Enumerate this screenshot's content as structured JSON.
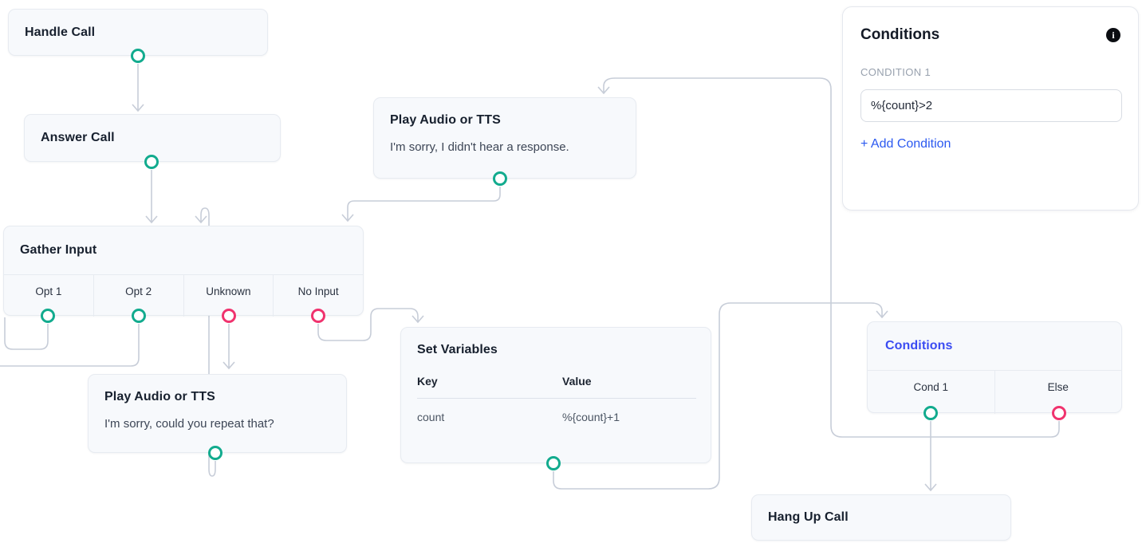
{
  "palette": {
    "accent_blue": "#3b4cf2",
    "link_blue": "#2b59f0",
    "port_green": "#12ab8e",
    "port_pink": "#f0336e",
    "wire": "#c7cdd8",
    "node_bg": "#f7f9fc",
    "node_border": "#e7ebf1"
  },
  "nodes": {
    "handle_call": {
      "title": "Handle Call"
    },
    "answer_call": {
      "title": "Answer Call"
    },
    "play_audio_no_response": {
      "title": "Play Audio or TTS",
      "message": "I'm sorry, I didn't hear a response."
    },
    "gather_input": {
      "title": "Gather Input",
      "branches": [
        {
          "label": "Opt 1",
          "port": "green"
        },
        {
          "label": "Opt 2",
          "port": "green"
        },
        {
          "label": "Unknown",
          "port": "pink"
        },
        {
          "label": "No Input",
          "port": "pink"
        }
      ]
    },
    "play_audio_repeat": {
      "title": "Play Audio or TTS",
      "message": "I'm sorry, could you repeat that?"
    },
    "set_variables": {
      "title": "Set Variables",
      "columns": [
        "Key",
        "Value"
      ],
      "rows": [
        [
          "count",
          "%{count}+1"
        ]
      ]
    },
    "conditions_node": {
      "title": "Conditions",
      "branches": [
        {
          "label": "Cond 1",
          "port": "green"
        },
        {
          "label": "Else",
          "port": "pink"
        }
      ]
    },
    "hang_up_call": {
      "title": "Hang Up Call"
    }
  },
  "panel": {
    "title": "Conditions",
    "info_icon": "i",
    "section_label": "CONDITION 1",
    "condition_value": "%{count}>2",
    "add_condition_label": "+ Add Condition"
  }
}
